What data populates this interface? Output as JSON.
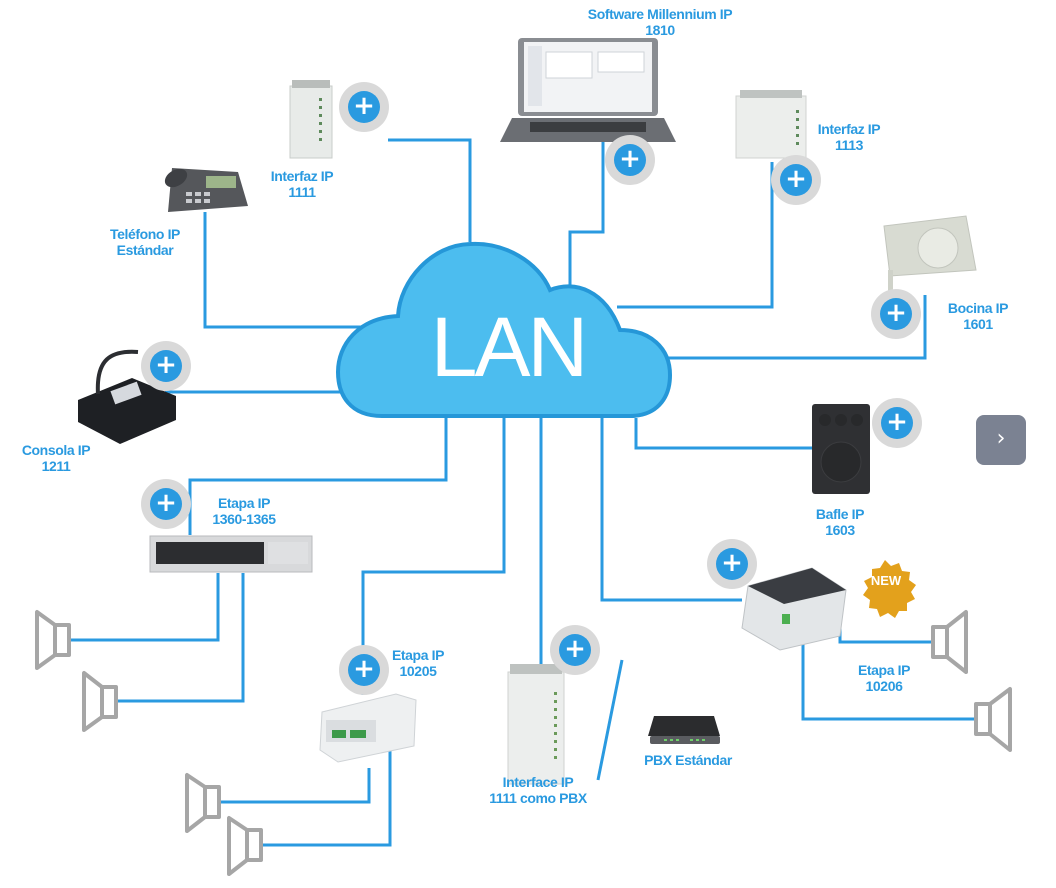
{
  "diagram": {
    "center_label": "LAN",
    "accent_color": "#2a9ae0",
    "cloud_color": "#4cbdef",
    "devices": [
      {
        "id": "software",
        "label_line1": "Software  Millennium IP",
        "label_line2": "1810"
      },
      {
        "id": "interfaz-1111",
        "label_line1": "Interfaz IP",
        "label_line2": "1111"
      },
      {
        "id": "telefono",
        "label_line1": "Teléfono IP",
        "label_line2": "Estándar"
      },
      {
        "id": "interfaz-1113",
        "label_line1": "Interfaz IP",
        "label_line2": "1113"
      },
      {
        "id": "bocina",
        "label_line1": "Bocina IP",
        "label_line2": "1601"
      },
      {
        "id": "consola",
        "label_line1": "Consola IP",
        "label_line2": "1211"
      },
      {
        "id": "bafle",
        "label_line1": "Bafle IP",
        "label_line2": "1603"
      },
      {
        "id": "etapa-1360",
        "label_line1": "Etapa IP",
        "label_line2": "1360-1365"
      },
      {
        "id": "etapa-10206",
        "label_line1": "Etapa IP",
        "label_line2": "10206"
      },
      {
        "id": "etapa-10205",
        "label_line1": "Etapa IP",
        "label_line2": "10205"
      },
      {
        "id": "interface-pbx",
        "label_line1": "Interface IP",
        "label_line2": "1111 como PBX"
      },
      {
        "id": "pbx",
        "label_line1": "PBX Estándar",
        "label_line2": ""
      }
    ],
    "badge": "NEW",
    "expand_icon": "+",
    "next_icon": "›"
  }
}
